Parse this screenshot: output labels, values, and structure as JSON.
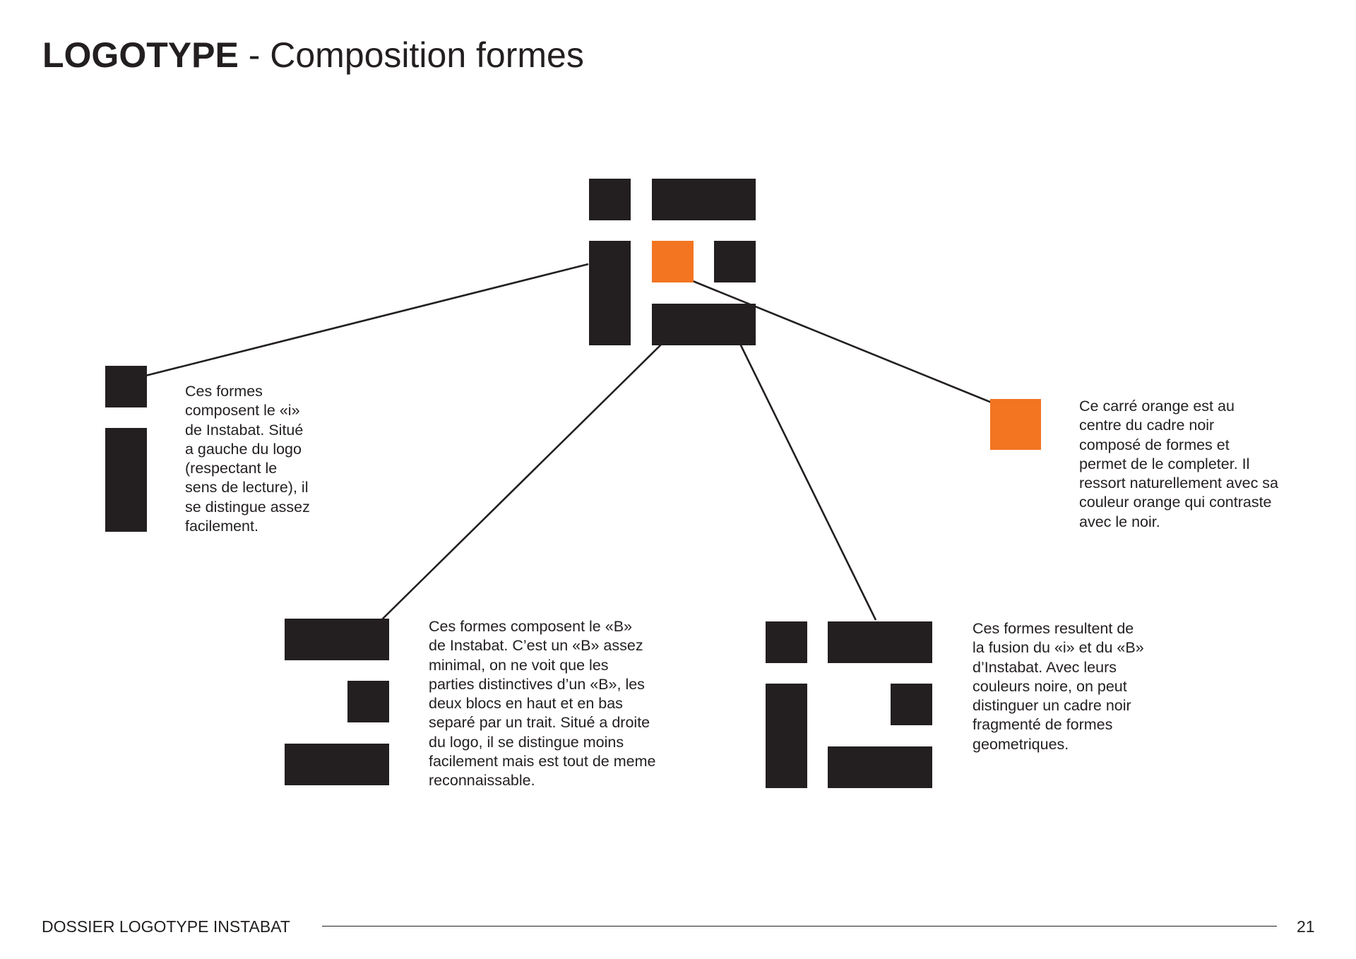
{
  "title": {
    "bold": "LOGOTYPE",
    "rest": " - Composition formes"
  },
  "colors": {
    "black": "#231f20",
    "orange": "#f37421"
  },
  "descriptions": {
    "i": "Ces formes\ncomposent le «i»\nde Instabat. Situé\na gauche du logo\n(respectant le\nsens de lecture), il\nse distingue assez\nfacilement.",
    "b": "Ces formes composent le «B»\nde Instabat. C’est un «B» assez\nminimal, on ne voit que les\nparties distinctives d’un «B», les\ndeux blocs en haut et en bas\nseparé par un trait. Situé a droite\ndu logo, il se distingue moins\nfacilement mais est tout de meme\nreconnaissable.",
    "fusion": "Ces formes resultent de\nla fusion du «i» et du «B»\nd’Instabat. Avec leurs\ncouleurs noire, on peut\ndistinguer un cadre noir\nfragmenté de formes\ngeometriques.",
    "orange": "Ce carré orange est au\ncentre du cadre noir\ncomposé de formes et\npermet de le completer. Il\nressort naturellement avec sa\ncouleur orange qui contraste\navec le noir."
  },
  "footer": {
    "label": "DOSSIER LOGOTYPE INSTABAT",
    "page_number": "21"
  }
}
